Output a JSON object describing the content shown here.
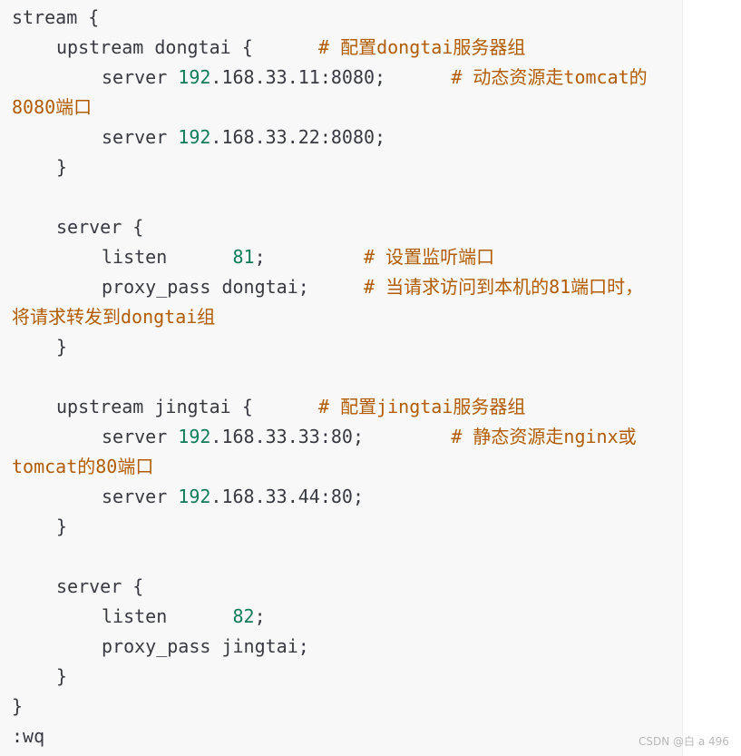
{
  "code": {
    "lines": [
      {
        "indent": 0,
        "parts": [
          {
            "t": "stream {",
            "c": "plain"
          }
        ]
      },
      {
        "indent": 1,
        "parts": [
          {
            "t": "upstream dongtai {      ",
            "c": "plain"
          },
          {
            "t": "# 配置dongtai服务器组",
            "c": "comment"
          }
        ]
      },
      {
        "indent": 2,
        "parts": [
          {
            "t": "server ",
            "c": "plain"
          },
          {
            "t": "192",
            "c": "number"
          },
          {
            "t": ".168.33.11:8080;      ",
            "c": "plain"
          },
          {
            "t": "# 动态资源走tomcat的",
            "c": "comment"
          }
        ]
      },
      {
        "indent": 0,
        "parts": [
          {
            "t": "8080端口",
            "c": "comment"
          }
        ]
      },
      {
        "indent": 2,
        "parts": [
          {
            "t": "server ",
            "c": "plain"
          },
          {
            "t": "192",
            "c": "number"
          },
          {
            "t": ".168.33.22:8080;",
            "c": "plain"
          }
        ]
      },
      {
        "indent": 1,
        "parts": [
          {
            "t": "}",
            "c": "plain"
          }
        ]
      },
      {
        "indent": 0,
        "parts": []
      },
      {
        "indent": 1,
        "parts": [
          {
            "t": "server {",
            "c": "plain"
          }
        ]
      },
      {
        "indent": 2,
        "parts": [
          {
            "t": "listen      ",
            "c": "plain"
          },
          {
            "t": "81",
            "c": "number"
          },
          {
            "t": ";         ",
            "c": "plain"
          },
          {
            "t": "# 设置监听端口",
            "c": "comment"
          }
        ]
      },
      {
        "indent": 2,
        "parts": [
          {
            "t": "proxy_pass dongtai;     ",
            "c": "plain"
          },
          {
            "t": "# 当请求访问到本机的81端口时，",
            "c": "comment"
          }
        ]
      },
      {
        "indent": 0,
        "parts": [
          {
            "t": "将请求转发到dongtai组",
            "c": "comment"
          }
        ]
      },
      {
        "indent": 1,
        "parts": [
          {
            "t": "}",
            "c": "plain"
          }
        ]
      },
      {
        "indent": 0,
        "parts": []
      },
      {
        "indent": 1,
        "parts": [
          {
            "t": "upstream jingtai {      ",
            "c": "plain"
          },
          {
            "t": "# 配置jingtai服务器组",
            "c": "comment"
          }
        ]
      },
      {
        "indent": 2,
        "parts": [
          {
            "t": "server ",
            "c": "plain"
          },
          {
            "t": "192",
            "c": "number"
          },
          {
            "t": ".168.33.33:80;        ",
            "c": "plain"
          },
          {
            "t": "# 静态资源走nginx或",
            "c": "comment"
          }
        ]
      },
      {
        "indent": 0,
        "parts": [
          {
            "t": "tomcat的80端口",
            "c": "comment"
          }
        ]
      },
      {
        "indent": 2,
        "parts": [
          {
            "t": "server ",
            "c": "plain"
          },
          {
            "t": "192",
            "c": "number"
          },
          {
            "t": ".168.33.44:80;",
            "c": "plain"
          }
        ]
      },
      {
        "indent": 1,
        "parts": [
          {
            "t": "}",
            "c": "plain"
          }
        ]
      },
      {
        "indent": 0,
        "parts": []
      },
      {
        "indent": 1,
        "parts": [
          {
            "t": "server {",
            "c": "plain"
          }
        ]
      },
      {
        "indent": 2,
        "parts": [
          {
            "t": "listen      ",
            "c": "plain"
          },
          {
            "t": "82",
            "c": "number"
          },
          {
            "t": ";",
            "c": "plain"
          }
        ]
      },
      {
        "indent": 2,
        "parts": [
          {
            "t": "proxy_pass jingtai;",
            "c": "plain"
          }
        ]
      },
      {
        "indent": 1,
        "parts": [
          {
            "t": "}",
            "c": "plain"
          }
        ]
      },
      {
        "indent": 0,
        "parts": [
          {
            "t": "}",
            "c": "plain"
          }
        ]
      },
      {
        "indent": 0,
        "parts": [
          {
            "t": ":wq",
            "c": "plain"
          }
        ]
      }
    ]
  },
  "watermark": {
    "text": "CSDN @白 a 496"
  },
  "colors": {
    "code_background": "#f8f8f8",
    "plain_text": "#383a42",
    "number": "#0e7c5a",
    "comment": "#b15c00",
    "watermark": "#b8b8b8"
  }
}
